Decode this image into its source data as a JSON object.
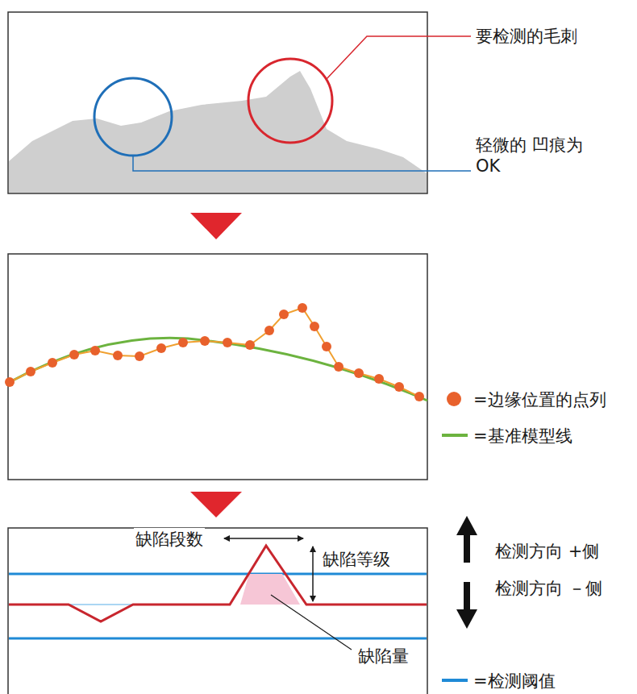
{
  "diagram": {
    "labels": [
      "要检测的毛刺",
      "轻微的 凹痕为 OK",
      "缺陷段数",
      "缺陷等级",
      "缺陷量",
      "检测方向 +侧",
      "检测方向 －侧"
    ],
    "legend": [
      {
        "text": "=边缘位置的点列",
        "color": "#e8612c"
      },
      {
        "text": "=基准模型线"
      },
      {
        "text": "=检测阈值"
      }
    ]
  }
}
